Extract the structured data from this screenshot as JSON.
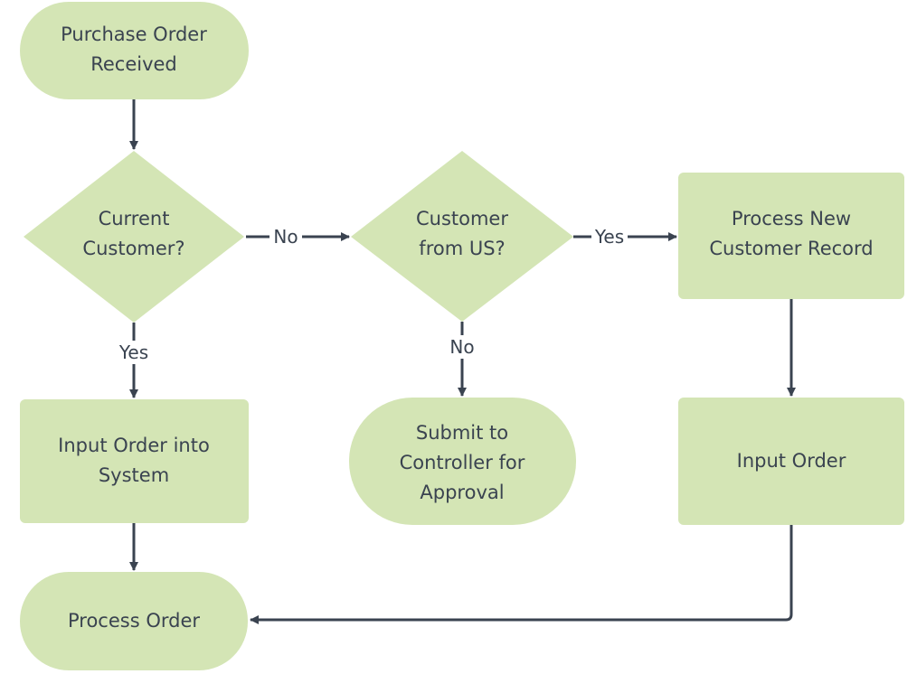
{
  "colors": {
    "node_fill": "#d4e5b5",
    "edge": "#3a4350",
    "text": "#3a4350"
  },
  "nodes": {
    "start": {
      "shape": "terminal",
      "lines": [
        "Purchase Order",
        "Received"
      ]
    },
    "current_customer": {
      "shape": "decision",
      "lines": [
        "Current",
        "Customer?"
      ]
    },
    "customer_us": {
      "shape": "decision",
      "lines": [
        "Customer",
        "from US?"
      ]
    },
    "new_record": {
      "shape": "process",
      "lines": [
        "Process New",
        "Customer Record"
      ]
    },
    "input_system": {
      "shape": "process",
      "lines": [
        "Input Order into",
        "System"
      ]
    },
    "submit": {
      "shape": "terminal",
      "lines": [
        "Submit to",
        "Controller for",
        "Approval"
      ]
    },
    "input_order": {
      "shape": "process",
      "lines": [
        "Input Order"
      ]
    },
    "process_order": {
      "shape": "terminal",
      "lines": [
        "Process Order"
      ]
    }
  },
  "edges": [
    {
      "from": "start",
      "to": "current_customer",
      "label": ""
    },
    {
      "from": "current_customer",
      "to": "customer_us",
      "label": "No"
    },
    {
      "from": "customer_us",
      "to": "new_record",
      "label": "Yes"
    },
    {
      "from": "current_customer",
      "to": "input_system",
      "label": "Yes"
    },
    {
      "from": "customer_us",
      "to": "submit",
      "label": "No"
    },
    {
      "from": "new_record",
      "to": "input_order",
      "label": ""
    },
    {
      "from": "input_system",
      "to": "process_order",
      "label": ""
    },
    {
      "from": "input_order",
      "to": "process_order",
      "label": ""
    }
  ]
}
